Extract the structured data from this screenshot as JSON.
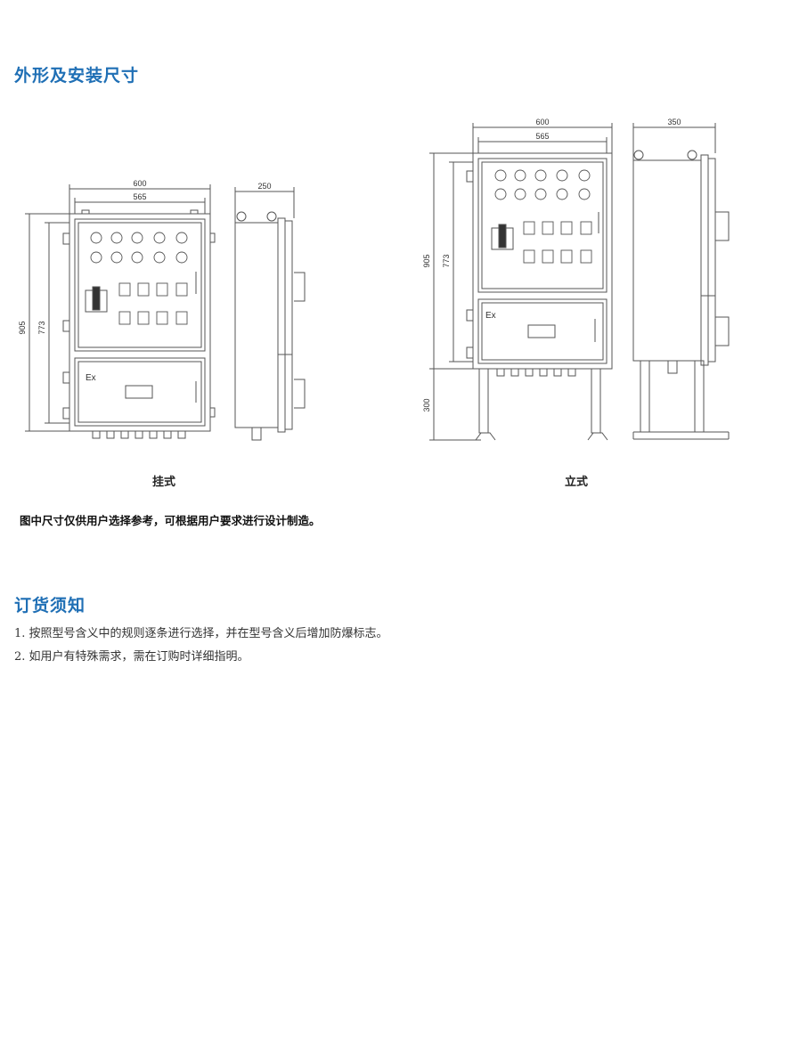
{
  "sections": {
    "dimensions_title": "外形及安装尺寸",
    "order_title": "订货须知"
  },
  "wall": {
    "caption": "挂式",
    "width_outer": "600",
    "width_inner": "565",
    "height_outer": "905",
    "height_inner": "773",
    "depth": "250",
    "label": "Ex"
  },
  "floor": {
    "caption": "立式",
    "width_outer": "600",
    "width_inner": "565",
    "height_outer": "905",
    "height_inner": "773",
    "stand_height": "300",
    "depth": "350",
    "label": "Ex"
  },
  "note": "图中尺寸仅供用户选择参考，可根据用户要求进行设计制造。",
  "order_items": [
    "1. 按照型号含义中的规则逐条进行选择，并在型号含义后增加防爆标志。",
    "2. 如用户有特殊需求，需在订购时详细指明。"
  ]
}
